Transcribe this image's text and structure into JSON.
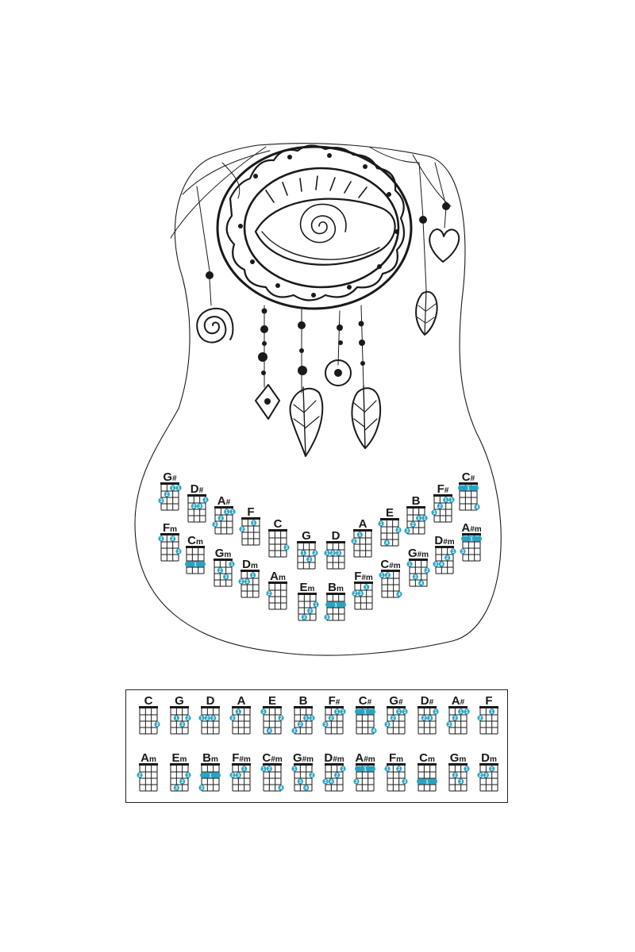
{
  "colors": {
    "ink": "#1a1a1a",
    "accent": "#29a3c4"
  },
  "body_chords": [
    {
      "name": "G#",
      "dots": [
        [
          1,
          2,
          3,
          "1"
        ],
        [
          1,
          3,
          3,
          "1"
        ],
        [
          2,
          1,
          4,
          "2"
        ],
        [
          3,
          0,
          4,
          "3"
        ]
      ]
    },
    {
      "name": "D#",
      "dots": [
        [
          1,
          3,
          3,
          "1"
        ],
        [
          2,
          1,
          4,
          "2"
        ],
        [
          2,
          2,
          4,
          "3"
        ]
      ]
    },
    {
      "name": "A#",
      "dots": [
        [
          1,
          2,
          3,
          "1"
        ],
        [
          1,
          3,
          3,
          "1"
        ],
        [
          2,
          1,
          4,
          "2"
        ],
        [
          3,
          0,
          4,
          "3"
        ]
      ]
    },
    {
      "name": "F",
      "dots": [
        [
          1,
          2,
          3,
          "1"
        ],
        [
          2,
          0,
          4,
          "2"
        ]
      ]
    },
    {
      "name": "C",
      "dots": [
        [
          3,
          3,
          4,
          "3"
        ]
      ]
    },
    {
      "name": "G",
      "dots": [
        [
          2,
          1,
          4,
          "1"
        ],
        [
          2,
          3,
          4,
          "2"
        ],
        [
          3,
          2,
          4,
          "3"
        ]
      ]
    },
    {
      "name": "D",
      "dots": [
        [
          2,
          0,
          4,
          "1"
        ],
        [
          2,
          1,
          4,
          "2"
        ],
        [
          2,
          2,
          4,
          "3"
        ]
      ]
    },
    {
      "name": "A",
      "dots": [
        [
          1,
          1,
          3,
          "1"
        ],
        [
          2,
          0,
          4,
          "2"
        ]
      ]
    },
    {
      "name": "E",
      "dots": [
        [
          1,
          0,
          3,
          "1"
        ],
        [
          2,
          3,
          4,
          "2"
        ],
        [
          4,
          1,
          4,
          "4"
        ]
      ]
    },
    {
      "name": "B",
      "dots": [
        [
          2,
          2,
          4,
          "1"
        ],
        [
          2,
          3,
          4,
          "1"
        ],
        [
          3,
          1,
          4,
          "2"
        ],
        [
          4,
          0,
          4,
          "3"
        ]
      ]
    },
    {
      "name": "F#",
      "dots": [
        [
          1,
          2,
          3,
          "1"
        ],
        [
          1,
          3,
          3,
          "1"
        ],
        [
          2,
          1,
          4,
          "2"
        ],
        [
          3,
          0,
          4,
          "3"
        ]
      ]
    },
    {
      "name": "C#",
      "bar": [
        1,
        "1"
      ],
      "dots": [
        [
          4,
          3,
          4,
          "4"
        ]
      ]
    },
    {
      "name": "Fm",
      "dots": [
        [
          1,
          0,
          3,
          "1"
        ],
        [
          1,
          2,
          3,
          "2"
        ],
        [
          3,
          3,
          4,
          "3"
        ]
      ]
    },
    {
      "name": "Cm",
      "bar": [
        3,
        "1"
      ],
      "dots": []
    },
    {
      "name": "Gm",
      "dots": [
        [
          1,
          3,
          3,
          "1"
        ],
        [
          2,
          1,
          4,
          "2"
        ],
        [
          3,
          2,
          4,
          "3"
        ]
      ]
    },
    {
      "name": "Dm",
      "dots": [
        [
          1,
          2,
          3,
          "1"
        ],
        [
          2,
          0,
          4,
          "2"
        ],
        [
          2,
          1,
          4,
          "3"
        ]
      ]
    },
    {
      "name": "Am",
      "dots": [
        [
          2,
          0,
          4,
          "2"
        ]
      ]
    },
    {
      "name": "Em",
      "dots": [
        [
          2,
          3,
          4,
          "1"
        ],
        [
          3,
          2,
          4,
          "2"
        ],
        [
          4,
          1,
          4,
          "3"
        ]
      ]
    },
    {
      "name": "Bm",
      "bar": [
        2,
        "1"
      ],
      "dots": [
        [
          4,
          0,
          4,
          "3"
        ]
      ]
    },
    {
      "name": "F#m",
      "dots": [
        [
          1,
          2,
          3,
          "1"
        ],
        [
          2,
          0,
          4,
          "2"
        ],
        [
          2,
          1,
          4,
          "3"
        ]
      ]
    },
    {
      "name": "C#m",
      "dots": [
        [
          1,
          0,
          3,
          "1"
        ],
        [
          1,
          1,
          3,
          "2"
        ],
        [
          4,
          3,
          4,
          "4"
        ]
      ]
    },
    {
      "name": "G#m",
      "dots": [
        [
          1,
          0,
          3,
          "1"
        ],
        [
          2,
          3,
          4,
          "2"
        ],
        [
          3,
          1,
          4,
          "3"
        ],
        [
          4,
          2,
          4,
          "4"
        ]
      ]
    },
    {
      "name": "D#m",
      "dots": [
        [
          1,
          3,
          3,
          "1"
        ],
        [
          2,
          2,
          4,
          "2"
        ],
        [
          3,
          0,
          4,
          "3"
        ],
        [
          3,
          1,
          4,
          "4"
        ]
      ]
    },
    {
      "name": "A#m",
      "bar": [
        1,
        "1"
      ],
      "dots": [
        [
          3,
          0,
          4,
          "3"
        ]
      ]
    }
  ],
  "box_chords": [
    {
      "name": "C",
      "dots": [
        [
          3,
          3,
          4,
          "3"
        ]
      ]
    },
    {
      "name": "G",
      "dots": [
        [
          2,
          1,
          4,
          "1"
        ],
        [
          2,
          3,
          4,
          "2"
        ],
        [
          3,
          2,
          4,
          "3"
        ]
      ]
    },
    {
      "name": "D",
      "dots": [
        [
          2,
          0,
          4,
          "1"
        ],
        [
          2,
          1,
          4,
          "2"
        ],
        [
          2,
          2,
          4,
          "3"
        ]
      ]
    },
    {
      "name": "A",
      "dots": [
        [
          1,
          1,
          3,
          "1"
        ],
        [
          2,
          0,
          4,
          "2"
        ]
      ]
    },
    {
      "name": "E",
      "dots": [
        [
          1,
          0,
          3,
          "1"
        ],
        [
          2,
          3,
          4,
          "2"
        ],
        [
          4,
          1,
          4,
          "4"
        ]
      ]
    },
    {
      "name": "B",
      "dots": [
        [
          2,
          2,
          4,
          "1"
        ],
        [
          2,
          3,
          4,
          "1"
        ],
        [
          3,
          1,
          4,
          "2"
        ],
        [
          4,
          0,
          4,
          "3"
        ]
      ]
    },
    {
      "name": "F#",
      "dots": [
        [
          1,
          2,
          3,
          "1"
        ],
        [
          1,
          3,
          3,
          "1"
        ],
        [
          2,
          1,
          4,
          "2"
        ],
        [
          3,
          0,
          4,
          "3"
        ]
      ]
    },
    {
      "name": "C#",
      "bar": [
        1,
        "1"
      ],
      "dots": [
        [
          4,
          3,
          4,
          "4"
        ]
      ]
    },
    {
      "name": "G#",
      "dots": [
        [
          1,
          2,
          3,
          "1"
        ],
        [
          1,
          3,
          3,
          "1"
        ],
        [
          2,
          1,
          4,
          "2"
        ],
        [
          3,
          0,
          4,
          "3"
        ]
      ]
    },
    {
      "name": "D#",
      "dots": [
        [
          1,
          3,
          3,
          "1"
        ],
        [
          2,
          1,
          4,
          "2"
        ],
        [
          2,
          2,
          4,
          "3"
        ]
      ]
    },
    {
      "name": "A#",
      "dots": [
        [
          1,
          2,
          3,
          "1"
        ],
        [
          1,
          3,
          3,
          "1"
        ],
        [
          2,
          1,
          4,
          "2"
        ],
        [
          3,
          0,
          4,
          "3"
        ]
      ]
    },
    {
      "name": "F",
      "dots": [
        [
          1,
          2,
          3,
          "1"
        ],
        [
          2,
          0,
          4,
          "2"
        ]
      ]
    },
    {
      "name": "Am",
      "dots": [
        [
          2,
          0,
          4,
          "2"
        ]
      ]
    },
    {
      "name": "Em",
      "dots": [
        [
          2,
          3,
          4,
          "1"
        ],
        [
          3,
          2,
          4,
          "2"
        ],
        [
          4,
          1,
          4,
          "3"
        ]
      ]
    },
    {
      "name": "Bm",
      "bar": [
        2,
        "1"
      ],
      "dots": [
        [
          4,
          0,
          4,
          "3"
        ]
      ]
    },
    {
      "name": "F#m",
      "dots": [
        [
          1,
          2,
          3,
          "1"
        ],
        [
          2,
          0,
          4,
          "2"
        ],
        [
          2,
          1,
          4,
          "3"
        ]
      ]
    },
    {
      "name": "C#m",
      "dots": [
        [
          1,
          0,
          3,
          "1"
        ],
        [
          1,
          1,
          3,
          "2"
        ],
        [
          4,
          3,
          4,
          "4"
        ]
      ]
    },
    {
      "name": "G#m",
      "dots": [
        [
          1,
          0,
          3,
          "1"
        ],
        [
          2,
          3,
          4,
          "2"
        ],
        [
          3,
          1,
          4,
          "3"
        ],
        [
          4,
          2,
          4,
          "4"
        ]
      ]
    },
    {
      "name": "D#m",
      "dots": [
        [
          1,
          3,
          3,
          "1"
        ],
        [
          2,
          2,
          4,
          "2"
        ],
        [
          3,
          0,
          4,
          "3"
        ],
        [
          3,
          1,
          4,
          "4"
        ]
      ]
    },
    {
      "name": "A#m",
      "bar": [
        1,
        "1"
      ],
      "dots": [
        [
          3,
          0,
          4,
          "3"
        ]
      ]
    },
    {
      "name": "Fm",
      "dots": [
        [
          1,
          0,
          3,
          "1"
        ],
        [
          1,
          2,
          3,
          "2"
        ],
        [
          3,
          3,
          4,
          "3"
        ]
      ]
    },
    {
      "name": "Cm",
      "bar": [
        3,
        "1"
      ],
      "dots": []
    },
    {
      "name": "Gm",
      "dots": [
        [
          1,
          3,
          3,
          "1"
        ],
        [
          2,
          1,
          4,
          "2"
        ],
        [
          3,
          2,
          4,
          "3"
        ]
      ]
    },
    {
      "name": "Dm",
      "dots": [
        [
          1,
          2,
          3,
          "1"
        ],
        [
          2,
          0,
          4,
          "2"
        ],
        [
          2,
          1,
          4,
          "3"
        ]
      ]
    }
  ]
}
